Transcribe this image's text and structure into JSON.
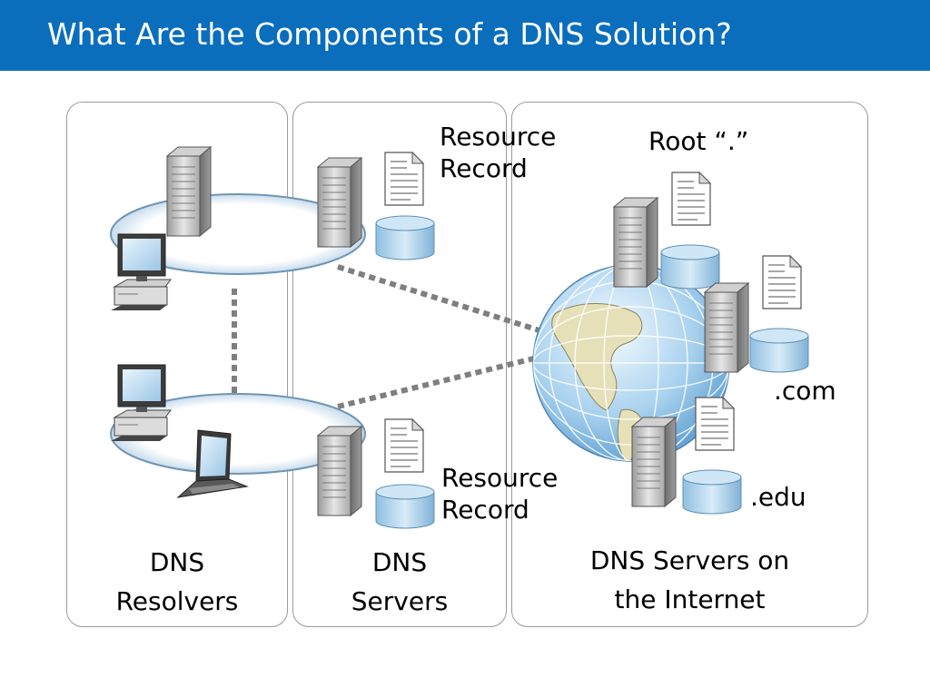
{
  "title": "What Are the Components of a DNS Solution?",
  "panels": {
    "resolvers": {
      "line1": "DNS",
      "line2": "Resolvers"
    },
    "servers": {
      "line1": "DNS",
      "line2": "Servers"
    },
    "internet": {
      "line1": "DNS Servers on",
      "line2": "the Internet"
    }
  },
  "labels": {
    "resource_record_top_1": "Resource",
    "resource_record_top_2": "Record",
    "resource_record_bottom_1": "Resource",
    "resource_record_bottom_2": "Record",
    "root": "Root “.”",
    "com": ".com",
    "edu": ".edu"
  },
  "colors": {
    "title_bar": "#0a6ebd",
    "panel_border": "#9a9a9a",
    "network_ring": "#cfe3f2",
    "dotted_link": "#7f7f7f",
    "database": "#a9cfe8"
  },
  "icons": [
    "server-icon",
    "workstation-icon",
    "laptop-icon",
    "document-icon",
    "database-icon",
    "globe-icon"
  ]
}
